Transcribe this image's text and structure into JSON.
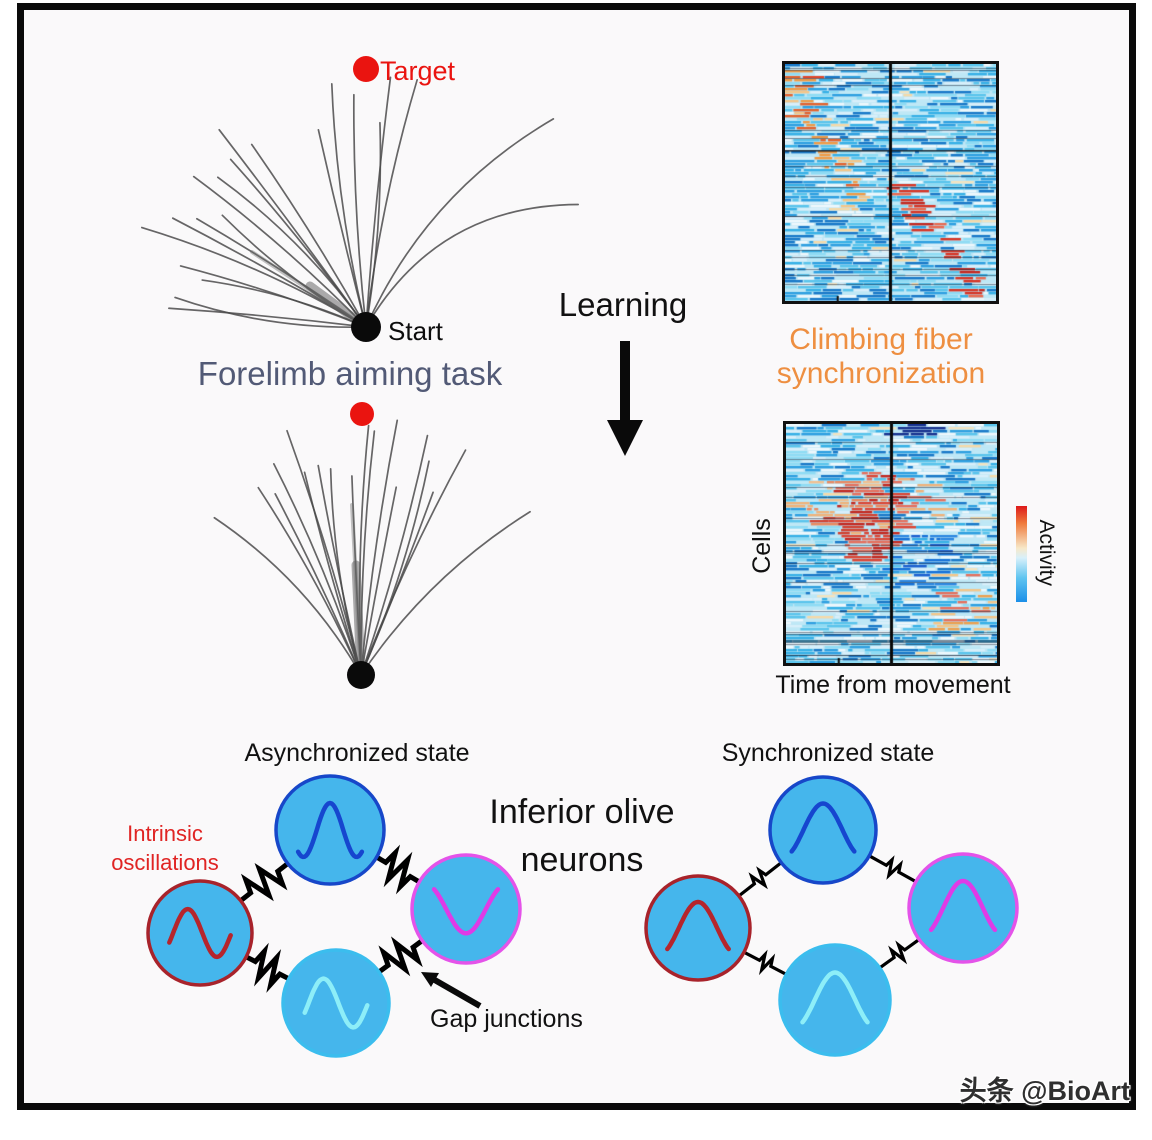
{
  "task_panel": {
    "title": "Forelimb aiming task",
    "title_color": "#525a76",
    "target_label": "Target",
    "target_color": "#ea1410",
    "start_label": "Start",
    "start_color": "#0d0d0d",
    "trajectory_color": "#4b4b4b"
  },
  "learning": {
    "label": "Learning",
    "arrow_color": "#0a0a0a"
  },
  "sync_panel": {
    "caption_line1": "Climbing fiber",
    "caption_line2": "synchronization",
    "caption_color": "#ee8f41",
    "y_axis_label": "Cells",
    "x_axis_label": "Time from movement",
    "colorbar_label": "Activity",
    "heatmap_palette": {
      "blues": [
        "#2d9fe0",
        "#1878c8",
        "#59c4ec",
        "#8edcf4",
        "#36b0e6"
      ],
      "pales": [
        "#d8effa",
        "#eef8fc",
        "#bfe8f6"
      ],
      "warms": [
        "#f2e3c0",
        "#f5d9a8"
      ],
      "hot_orange": [
        "#ef9a45",
        "#e2622e",
        "#f3c689"
      ],
      "hot_red": [
        "#d63425",
        "#e86a50",
        "#c2271f"
      ]
    }
  },
  "states_panel": {
    "async_title": "Asynchronized state",
    "sync_title": "Synchronized state",
    "center_label_line1": "Inferior olive",
    "center_label_line2": "neurons",
    "intrinsic_line1": "Intrinsic",
    "intrinsic_line2": "oscillations",
    "intrinsic_color": "#e02423",
    "gap_junctions_label": "Gap junctions",
    "neuron_fill": "#45b6ec",
    "connector_color": "#000000",
    "neurons_async": [
      {
        "id": "top",
        "border": "#1747c9",
        "wave_color": "#1646cf",
        "waveform": "double"
      },
      {
        "id": "left",
        "border": "#a8232b",
        "wave_color": "#b6252c",
        "waveform": "sine"
      },
      {
        "id": "right",
        "border": "#e453e9",
        "wave_color": "#e03ae6",
        "waveform": "trough"
      },
      {
        "id": "bottom",
        "border": "#3bbdee",
        "wave_color": "#8deef8",
        "waveform": "sine"
      }
    ],
    "neurons_sync": [
      {
        "id": "top",
        "border": "#1747c9",
        "wave_color": "#1646cf",
        "waveform": "peak"
      },
      {
        "id": "left",
        "border": "#a8232b",
        "wave_color": "#b6252c",
        "waveform": "peak"
      },
      {
        "id": "right",
        "border": "#e453e9",
        "wave_color": "#e03ae6",
        "waveform": "peak"
      },
      {
        "id": "bottom",
        "border": "#3bbdee",
        "wave_color": "#8deef8",
        "waveform": "peak"
      }
    ]
  },
  "watermark": {
    "text": "头条 @BioArt"
  }
}
